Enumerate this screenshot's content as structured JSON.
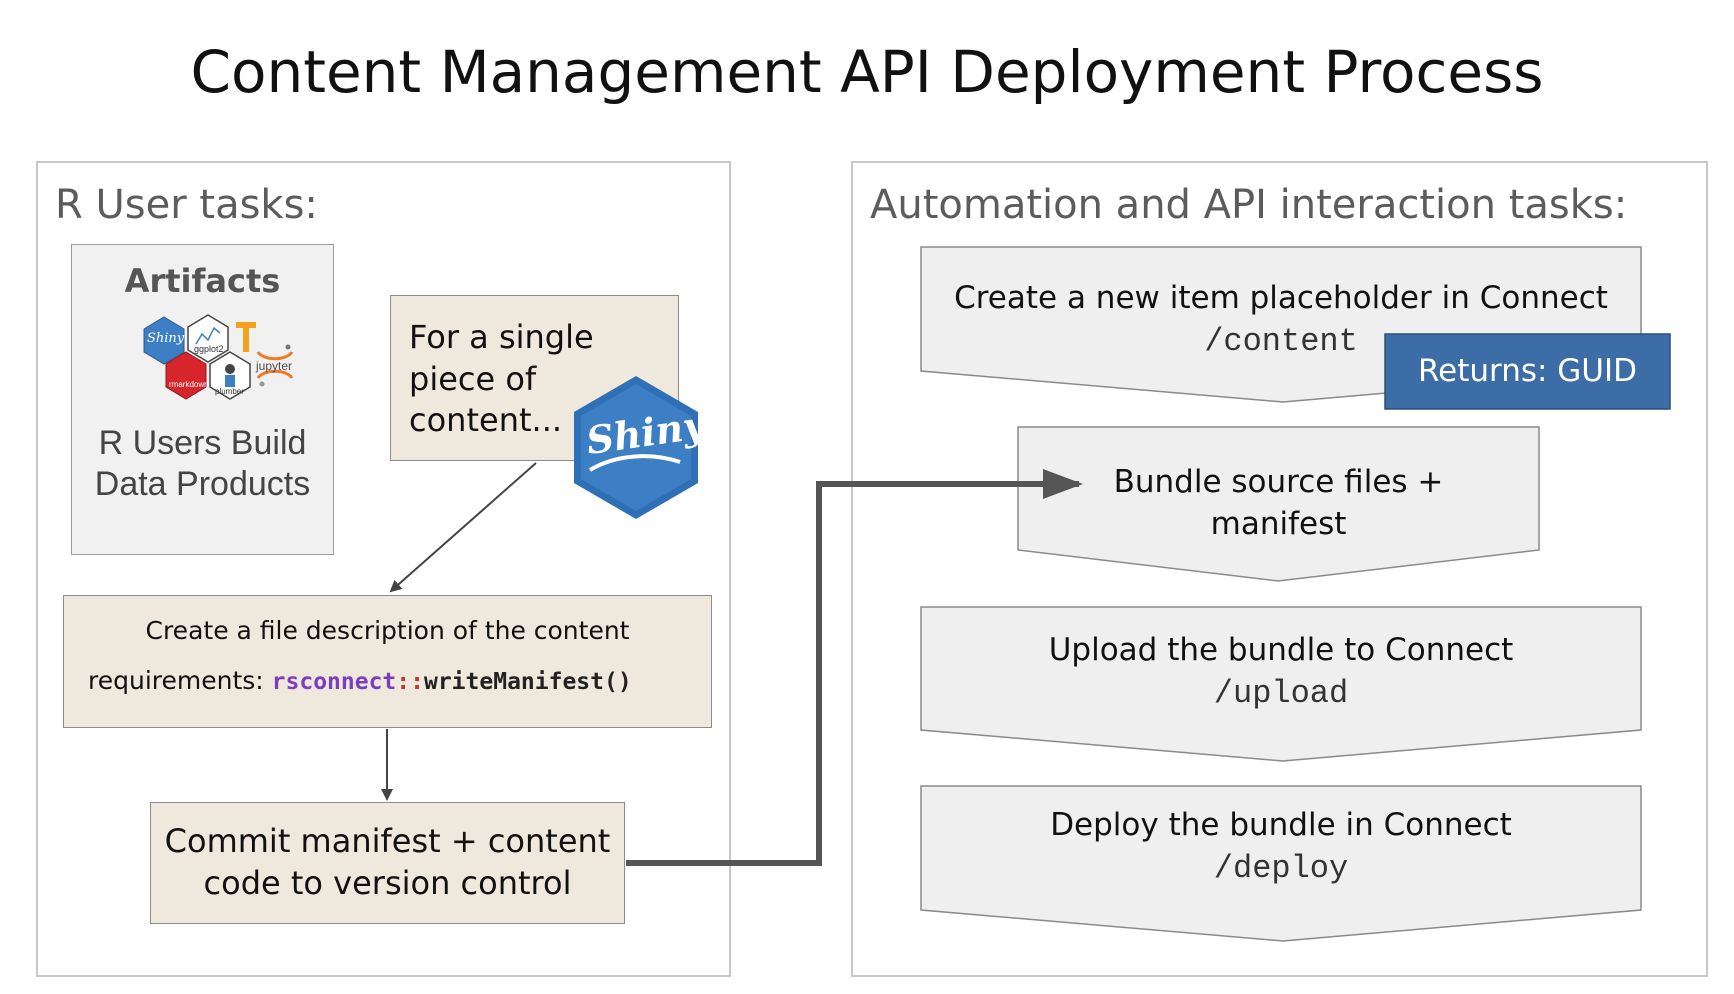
{
  "title": "Content Management API Deployment Process",
  "left_panel": {
    "label": "R User tasks:",
    "artifacts": {
      "heading": "Artifacts",
      "caption_line1": "R Users Build",
      "caption_line2": "Data Products",
      "logos": {
        "shiny": "Shiny",
        "ggplot2": "ggplot2",
        "rmarkdown": "rmarkdown",
        "plumber": "plumber",
        "jupyter": "jupyter"
      }
    },
    "single_piece": {
      "line1": "For a single",
      "line2": "piece of",
      "line3": "content..."
    },
    "shiny_badge": "Shiny",
    "manifest_box": {
      "line1": "Create a file description of the content",
      "line2_prefix": "requirements: ",
      "code_pkg": "rsconnect",
      "code_sep": "::",
      "code_fn": "writeManifest",
      "code_parens": "()"
    },
    "commit_box": {
      "line1": "Commit manifest + content",
      "line2": "code to version control"
    }
  },
  "right_panel": {
    "label": "Automation and API interaction tasks:",
    "steps": [
      {
        "text": "Create a new item placeholder in Connect",
        "endpoint": "/content"
      },
      {
        "text_line1": "Bundle source files +",
        "text_line2": "manifest"
      },
      {
        "text": "Upload the bundle to Connect",
        "endpoint": "/upload"
      },
      {
        "text": "Deploy the bundle in Connect",
        "endpoint": "/deploy"
      }
    ],
    "returns_badge": "Returns: GUID"
  },
  "colors": {
    "beige": "#efe8dc",
    "step_fill": "#efefef",
    "badge_blue": "#3d6da6",
    "shiny_blue": "#3c7fc4",
    "code_purple": "#7a3fbf",
    "code_red": "#c0392b"
  }
}
